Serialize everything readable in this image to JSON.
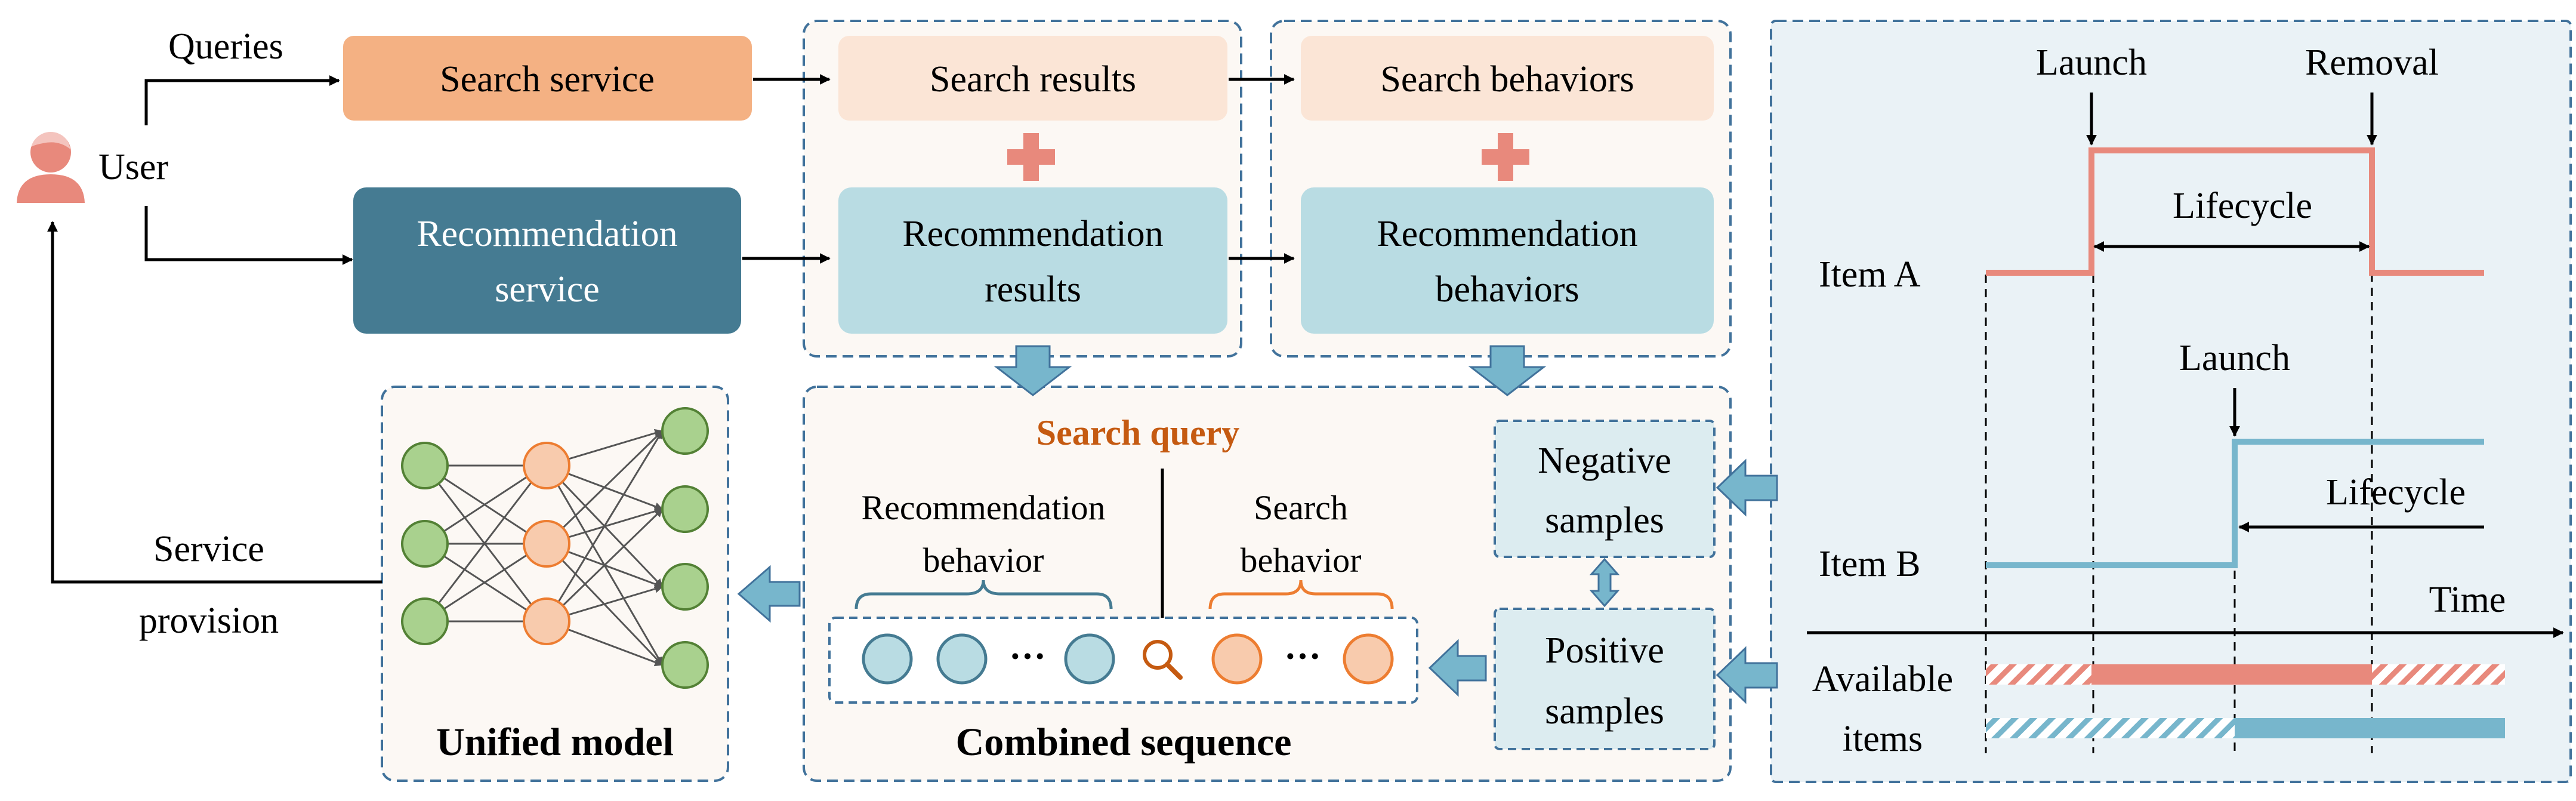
{
  "colors": {
    "salmon": "#E8897C",
    "orange_box": "#F4B183",
    "peach_box": "#FBE5D6",
    "teal_dark": "#457B92",
    "teal_light": "#B9DCE3",
    "node_blue": "#77B6CC",
    "green_node": "#A9D18E",
    "orange_node": "#F8CBAD",
    "orange_text": "#C55A11",
    "panel_bg": "#EAF2F6",
    "group_bg": "#FCF8F4",
    "dash": "#41729B"
  },
  "icons": {
    "user": "user-icon",
    "plus": "plus-icon",
    "search": "magnifier-icon",
    "neural_network": "neural-network-icon"
  },
  "left": {
    "user": "User",
    "queries": "Queries",
    "search_service": "Search service",
    "rec_service_line1": "Recommendation",
    "rec_service_line2": "service",
    "service_line1": "Service",
    "service_line2": "provision"
  },
  "results": {
    "search_results": "Search results",
    "rec_results_line1": "Recommendation",
    "rec_results_line2": "results"
  },
  "behaviors": {
    "search_behaviors": "Search behaviors",
    "rec_behaviors_line1": "Recommendation",
    "rec_behaviors_line2": "behaviors"
  },
  "sequence": {
    "search_query": "Search query",
    "rec_behavior_line1": "Recommendation",
    "rec_behavior_line2": "behavior",
    "search_behavior_line1": "Search",
    "search_behavior_line2": "behavior",
    "ellipsis": "···",
    "title": "Combined sequence",
    "negative_line1": "Negative",
    "negative_line2": "samples",
    "positive_line1": "Positive",
    "positive_line2": "samples"
  },
  "model": {
    "title": "Unified model"
  },
  "timeline": {
    "launch_a": "Launch",
    "removal": "Removal",
    "lifecycle_a": "Lifecycle",
    "item_a": "Item A",
    "launch_b": "Launch",
    "lifecycle_b": "Lifecycle",
    "item_b": "Item B",
    "time": "Time",
    "available_line1": "Available",
    "available_line2": "items"
  }
}
